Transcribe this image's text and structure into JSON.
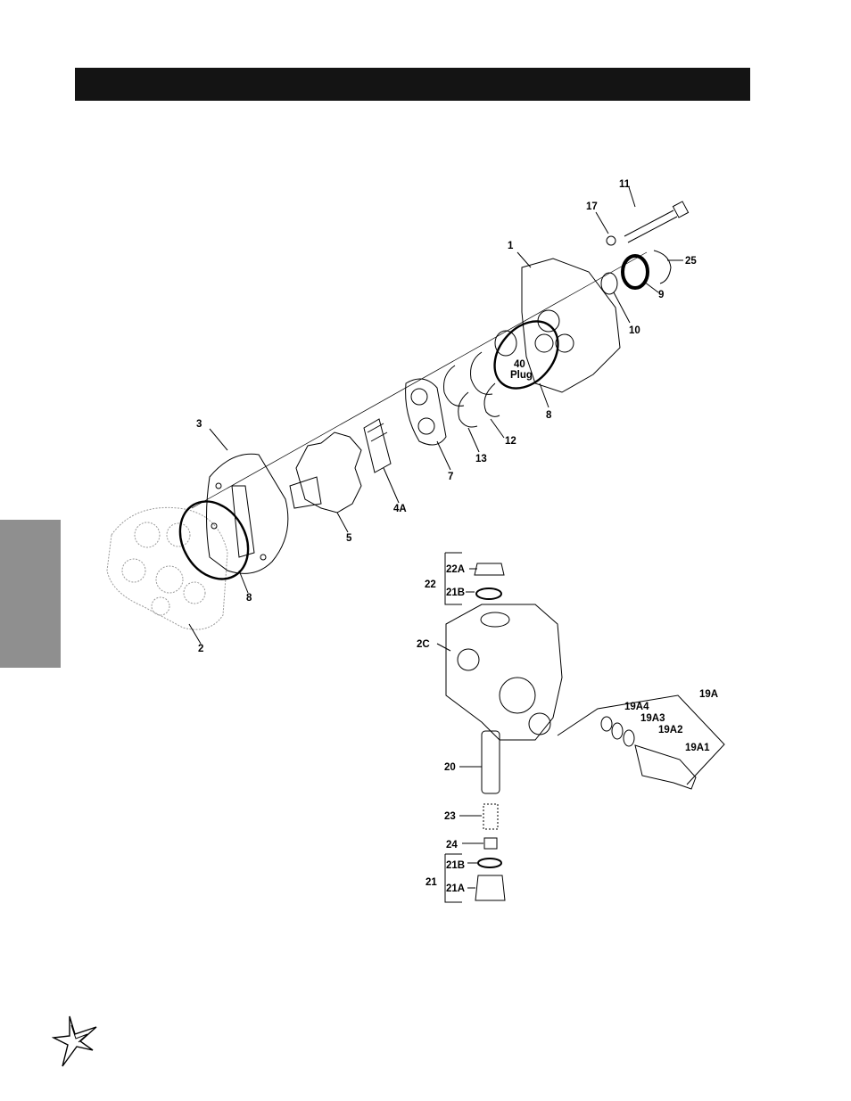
{
  "header": {
    "title": ""
  },
  "parts": {
    "p1": "1",
    "p2": "2",
    "p2c": "2C",
    "p3": "3",
    "p4a": "4A",
    "p5": "5",
    "p7": "7",
    "p8a": "8",
    "p8b": "8",
    "p9": "9",
    "p10": "10",
    "p11": "11",
    "p12": "12",
    "p13": "13",
    "p17": "17",
    "p25": "25",
    "p40": "40",
    "plug": "Plug",
    "p22": "22",
    "p22a": "22A",
    "p21b_top": "21B",
    "p19a": "19A",
    "p19a1": "19A1",
    "p19a2": "19A2",
    "p19a3": "19A3",
    "p19a4": "19A4",
    "p20": "20",
    "p23": "23",
    "p24": "24",
    "p21": "21",
    "p21b_bot": "21B",
    "p21a": "21A"
  },
  "colors": {
    "header_bar": "#141414",
    "side_tab": "#8f8f8f",
    "line": "#000000",
    "ghost": "#9a9a9a"
  },
  "logo": {
    "icon": "star-burst-icon"
  }
}
